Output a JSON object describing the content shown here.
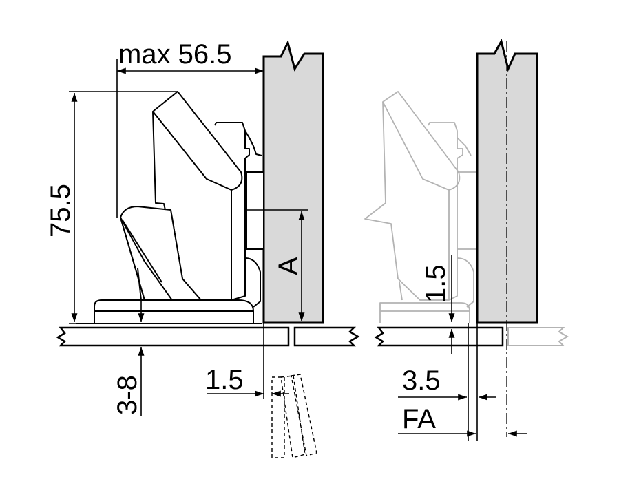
{
  "dimensions": {
    "max_width": "max 56.5",
    "height": "75.5",
    "overlay_range": "3-8",
    "gap_left": "1.5",
    "a_label": "A",
    "gap_right_vertical": "1.5",
    "offset_right": "3.5",
    "fa_label": "FA"
  },
  "colors": {
    "line": "#000000",
    "panel_fill": "#d9d9d9",
    "ghost_line": "#b3b3b3",
    "background": "#ffffff"
  }
}
